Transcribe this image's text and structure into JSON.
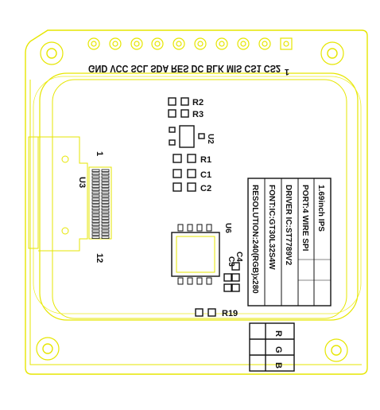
{
  "colors": {
    "outline": "#e6e600",
    "inner_outline": "#eeee22",
    "silkscreen": "#111111",
    "pad_fill": "#ffffff"
  },
  "header_pins": [
    "GND",
    "VCC",
    "SCL",
    "SDA",
    "RES",
    "DC",
    "BLK",
    "MIS",
    "CS1",
    "CS2"
  ],
  "header_label_text": "GND VCC SCL SDA RES DC BLK MIS CS1 CS2",
  "header_pin1_marker": "1",
  "refs": {
    "r2": "R2",
    "r3": "R3",
    "u2": "U2",
    "r1": "R1",
    "c1": "C1",
    "c2": "C2",
    "u3": "U3",
    "fpc_pin_first": "1",
    "fpc_pin_last": "12",
    "u6": "U6",
    "c4": "C4",
    "c3": "C3",
    "r19": "R19"
  },
  "info_box": [
    "1.69inch IPS",
    "PORT:4 WIRE SPI",
    "DRIVER IC:ST7789V2",
    "FONT:IC:GT30L32S4W",
    "RESOLUTION:240(RGB)x280"
  ],
  "rgb_box": [
    "R",
    "G",
    "B"
  ]
}
